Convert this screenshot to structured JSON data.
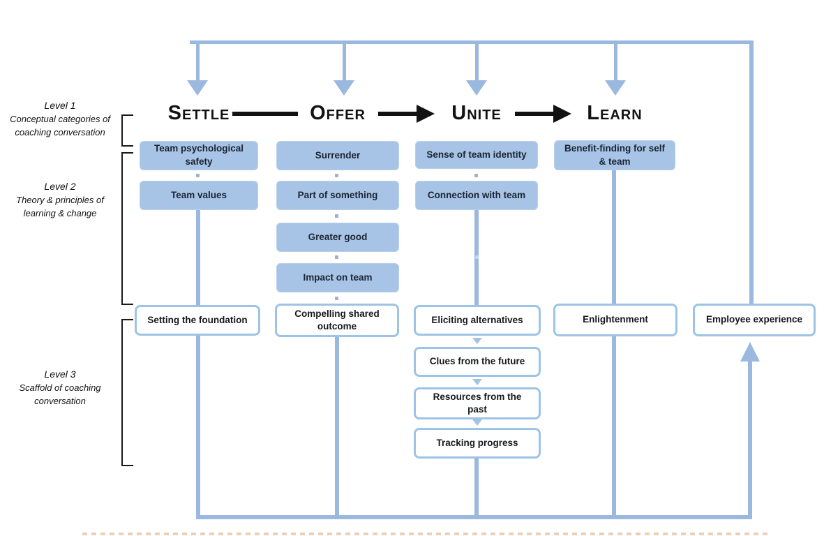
{
  "diagram": {
    "title_semantic": "Team coaching conversation model",
    "colors": {
      "box_fill_blue": "#a7c4e6",
      "line_blue": "#9bb8de",
      "box_border_blue": "#9dc3e6",
      "black": "#121212"
    },
    "headers": {
      "settle": "Settle",
      "offer": "Offer",
      "unite": "Unite",
      "learn": "Learn"
    },
    "levels": [
      {
        "title": "Level 1",
        "subtitle": "Conceptual categories of coaching conversation"
      },
      {
        "title": "Level 2",
        "subtitle": "Theory & principles of learning & change"
      },
      {
        "title": "Level 3",
        "subtitle": "Scaffold of coaching conversation"
      }
    ],
    "level2": {
      "settle": [
        "Team psychological safety",
        "Team values"
      ],
      "offer": [
        "Surrender",
        "Part of something",
        "Greater good",
        "Impact on team"
      ],
      "unite": [
        "Sense of team identity",
        "Connection with team"
      ],
      "learn": [
        "Benefit-finding for self & team"
      ]
    },
    "level3": {
      "settle": [
        "Setting the foundation"
      ],
      "offer": [
        "Compelling shared outcome"
      ],
      "unite": [
        "Eliciting alternatives",
        "Clues from the future",
        "Resources from the past",
        "Tracking progress"
      ],
      "learn": [
        "Enlightenment"
      ],
      "feedback": [
        "Employee experience"
      ]
    }
  }
}
